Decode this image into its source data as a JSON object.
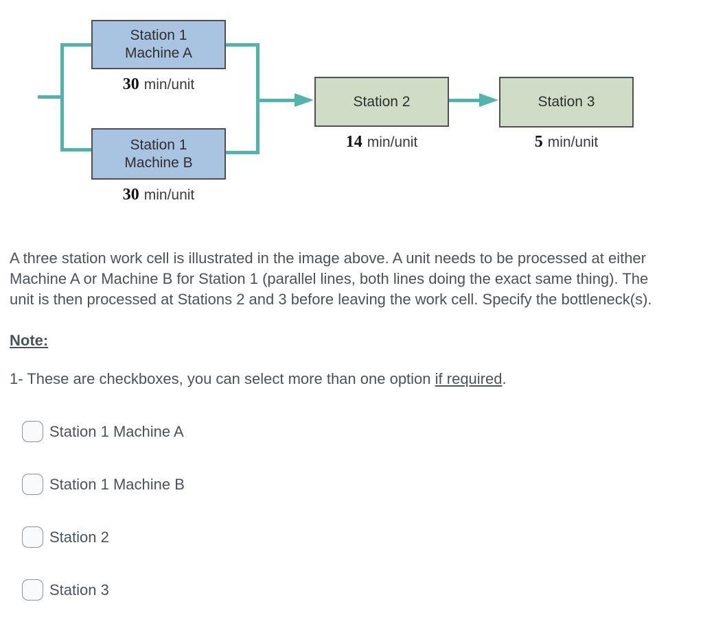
{
  "diagram": {
    "station1a": {
      "line1": "Station 1",
      "line2": "Machine A",
      "rate_value": "30",
      "rate_unit": "min/unit"
    },
    "station1b": {
      "line1": "Station 1",
      "line2": "Machine B",
      "rate_value": "30",
      "rate_unit": "min/unit"
    },
    "station2": {
      "label": "Station 2",
      "rate_value": "14",
      "rate_unit": "min/unit"
    },
    "station3": {
      "label": "Station 3",
      "rate_value": "5",
      "rate_unit": "min/unit"
    },
    "colors": {
      "connector": "#4fb5ac",
      "station1_fill": "#a9c4e1",
      "station23_fill": "#d0dcc6",
      "box_border": "#4f4f4f"
    }
  },
  "question": {
    "text": "A three station work cell is illustrated in the image above. A unit needs to be processed at either Machine A or Machine B for Station 1 (parallel lines, both lines doing the exact same thing). The unit is then processed at Stations 2 and 3 before leaving the work cell. Specify the bottleneck(s)."
  },
  "note": {
    "label": "Note:",
    "item_prefix": "1- These are checkboxes, you can select more than one option ",
    "item_underlined": "if required",
    "item_suffix": "."
  },
  "options": [
    {
      "label": "Station 1 Machine A",
      "checked": false
    },
    {
      "label": "Station 1 Machine B",
      "checked": false
    },
    {
      "label": "Station 2",
      "checked": false
    },
    {
      "label": "Station 3",
      "checked": false
    }
  ]
}
